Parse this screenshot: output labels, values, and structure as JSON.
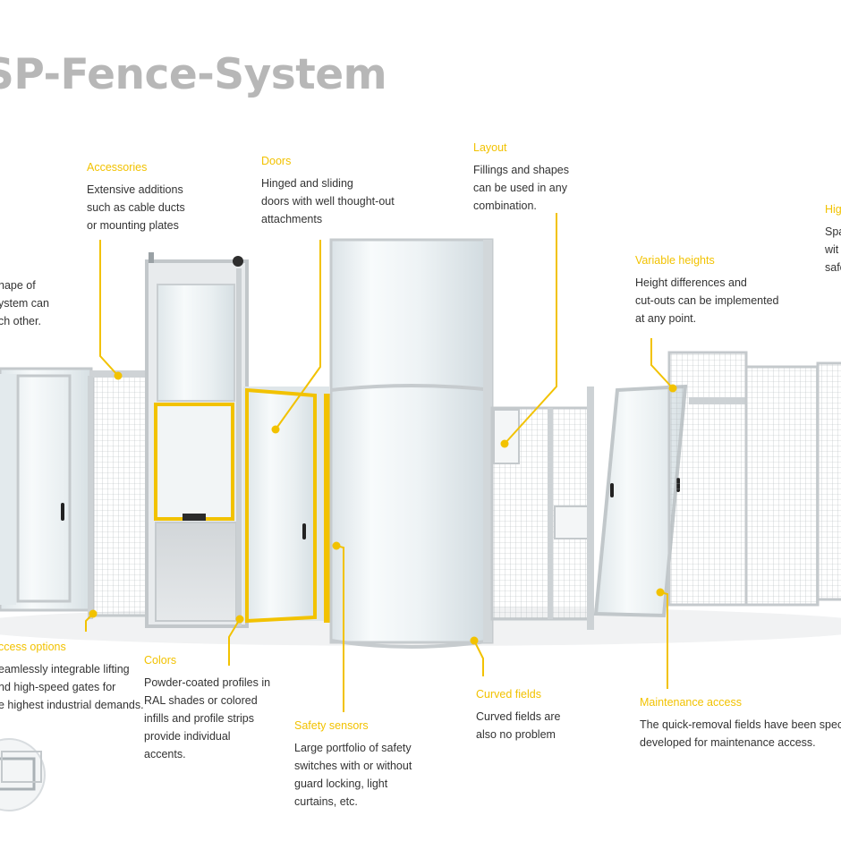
{
  "title": "SP-Fence-System",
  "colors": {
    "accent": "#f2c200",
    "title": "#b7b7b7",
    "text": "#333333",
    "profile": "#c8ccd0",
    "glass": "#eef3f5",
    "mesh": "#a9b0b5"
  },
  "callouts": {
    "accessories": {
      "heading": "Accessories",
      "lines": [
        "Extensive additions",
        "such as cable ducts",
        "or mounting plates"
      ]
    },
    "doors": {
      "heading": "Doors",
      "lines": [
        "Hinged and sliding",
        "doors with well thought-out",
        "attachments"
      ]
    },
    "layout": {
      "heading": "Layout",
      "lines": [
        "Fillings and shapes",
        "can be used in any",
        "combination."
      ]
    },
    "highlight": {
      "heading": "Hig",
      "lines": [
        "Spa",
        "wit",
        "safe"
      ]
    },
    "variable_heights": {
      "heading": "Variable heights",
      "lines": [
        "Height differences and",
        "cut-outs can be implemented",
        "at any point."
      ]
    },
    "shape": {
      "lines": [
        "hape of",
        "ystem can",
        "ch other."
      ]
    },
    "access_options": {
      "heading": "ccess options",
      "lines": [
        "eamlessly integrable lifting",
        "nd high-speed gates for",
        "e highest industrial demands."
      ]
    },
    "colors_callout": {
      "heading": "Colors",
      "lines": [
        "Powder-coated profiles in",
        "RAL shades or colored",
        "infills and profile strips",
        "provide individual",
        "accents."
      ]
    },
    "safety_sensors": {
      "heading": "Safety sensors",
      "lines": [
        "Large portfolio of safety",
        "switches with or without",
        "guard locking, light",
        "curtains, etc."
      ]
    },
    "curved_fields": {
      "heading": "Curved fields",
      "lines": [
        "Curved fields are",
        "also no problem"
      ]
    },
    "maintenance_access": {
      "heading": "Maintenance access",
      "lines": [
        "The quick-removal fields have been specially",
        "developed for maintenance access."
      ]
    }
  }
}
